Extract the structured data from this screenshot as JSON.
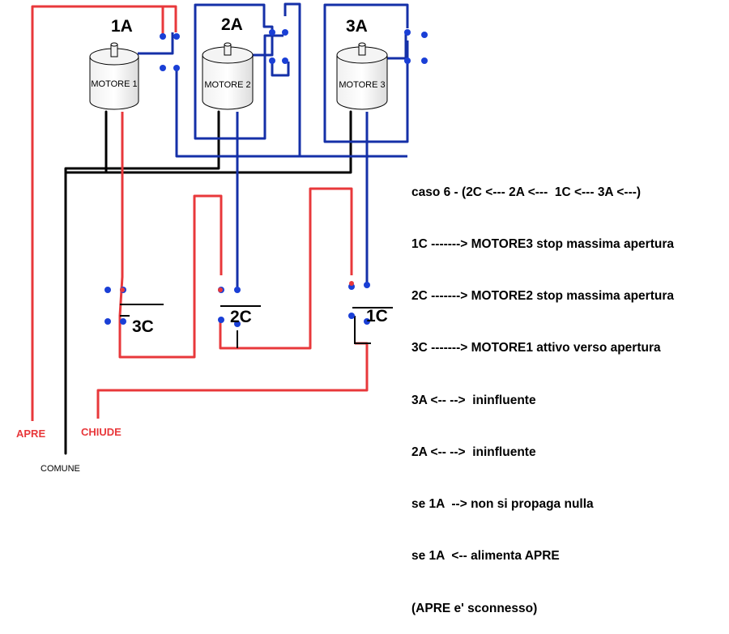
{
  "labels": {
    "relay_1a": "1A",
    "relay_2a": "2A",
    "relay_3a": "3A",
    "motor_1": "MOTORE 1",
    "motor_2": "MOTORE 2",
    "motor_3": "MOTORE 3",
    "switch_3c": "3C",
    "switch_2c": "2C",
    "switch_1c": "1C",
    "apre": "APRE",
    "chiude": "CHIUDE",
    "comune": "COMUNE"
  },
  "notes": [
    "caso 6 - (2C <--- 2A <---  1C <--- 3A <---)",
    "1C -------> MOTORE3 stop massima apertura",
    "2C -------> MOTORE2 stop massima apertura",
    "3C -------> MOTORE1 attivo verso apertura",
    "3A <-- -->  ininfluente",
    "2A <-- -->  ininfluente",
    "se 1A  --> non si propaga nulla",
    "se 1A  <-- alimenta APRE",
    "(APRE e' sconnesso)"
  ],
  "colors": {
    "red_wire": "#e8383b",
    "blue_wire": "#1530a8",
    "black_wire": "#000000",
    "contact_dot": "#1a3fd6"
  }
}
